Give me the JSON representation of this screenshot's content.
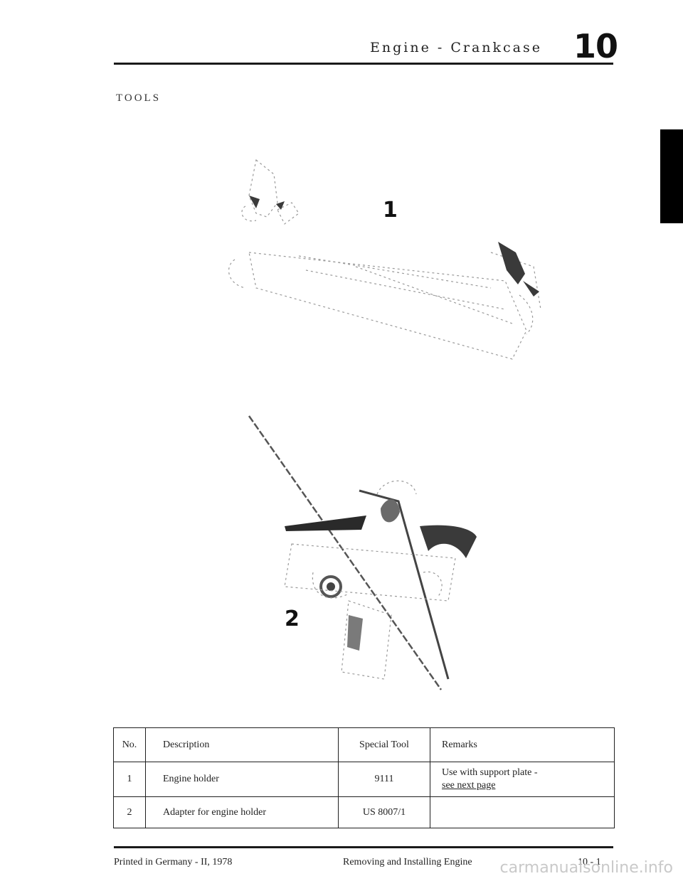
{
  "header": {
    "title": "Engine - Crankcase",
    "chapter_number": "10"
  },
  "section": {
    "heading": "TOOLS"
  },
  "figures": [
    {
      "label": "1",
      "icon": "engine-holder-icon"
    },
    {
      "label": "2",
      "icon": "adapter-icon"
    }
  ],
  "table": {
    "headers": [
      "No.",
      "Description",
      "Special Tool",
      "Remarks"
    ],
    "rows": [
      {
        "no": "1",
        "description": "Engine holder",
        "special_tool": "9111",
        "remarks": [
          "Use with support plate -",
          "see next page"
        ]
      },
      {
        "no": "2",
        "description": "Adapter for engine holder",
        "special_tool": "US 8007/1",
        "remarks": []
      }
    ]
  },
  "footer": {
    "printed": "Printed in Germany - II, 1978",
    "section": "Removing and Installing Engine",
    "page": "10 - 1"
  },
  "watermark": "carmanualsonline.info"
}
